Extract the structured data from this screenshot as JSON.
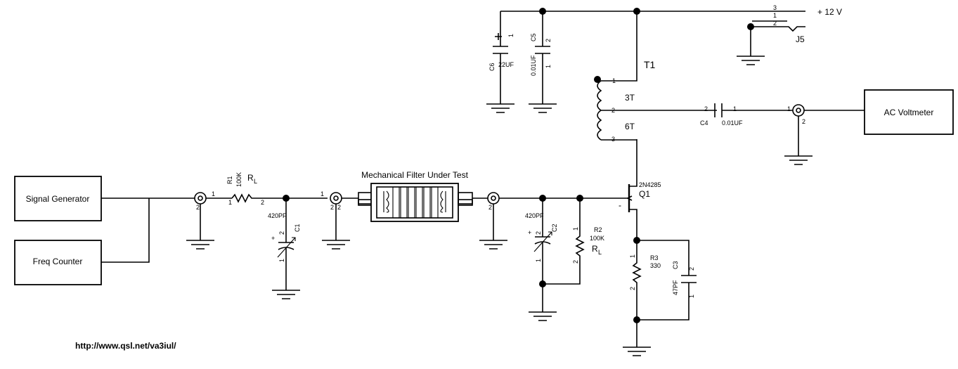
{
  "blocks": {
    "signal_generator": "Signal Generator",
    "freq_counter": "Freq Counter",
    "ac_voltmeter": "AC Voltmeter"
  },
  "filter": {
    "title": "Mechanical Filter Under Test"
  },
  "supply": {
    "voltage": "+ 12 V",
    "jack": "J5",
    "pin3": "3",
    "pin1": "1",
    "pin2": "2"
  },
  "components": {
    "R1": {
      "ref": "R1",
      "value": "100K",
      "rl": "R",
      "rl_sub": "L"
    },
    "C1": {
      "ref": "C1",
      "value": "420PF"
    },
    "C2": {
      "ref": "C2",
      "value": "420PF"
    },
    "R2": {
      "ref": "R2",
      "value": "100K",
      "rl": "R",
      "rl_sub": "L"
    },
    "Q1": {
      "ref": "Q1",
      "part": "2N4285"
    },
    "R3": {
      "ref": "R3",
      "value": "330"
    },
    "C3": {
      "ref": "C3",
      "value": "47PF"
    },
    "C4": {
      "ref": "C4",
      "value": "0.01UF"
    },
    "C5": {
      "ref": "C5",
      "value": "0.01UF"
    },
    "C6": {
      "ref": "C6",
      "value": "22UF"
    },
    "T1": {
      "ref": "T1",
      "primary": "3T",
      "secondary": "6T"
    }
  },
  "pins": {
    "one": "1",
    "two": "2",
    "three": "3"
  },
  "symbols": {
    "plus": "+",
    "minus": "-"
  },
  "footer": {
    "url": "http://www.qsl.net/va3iul/"
  }
}
